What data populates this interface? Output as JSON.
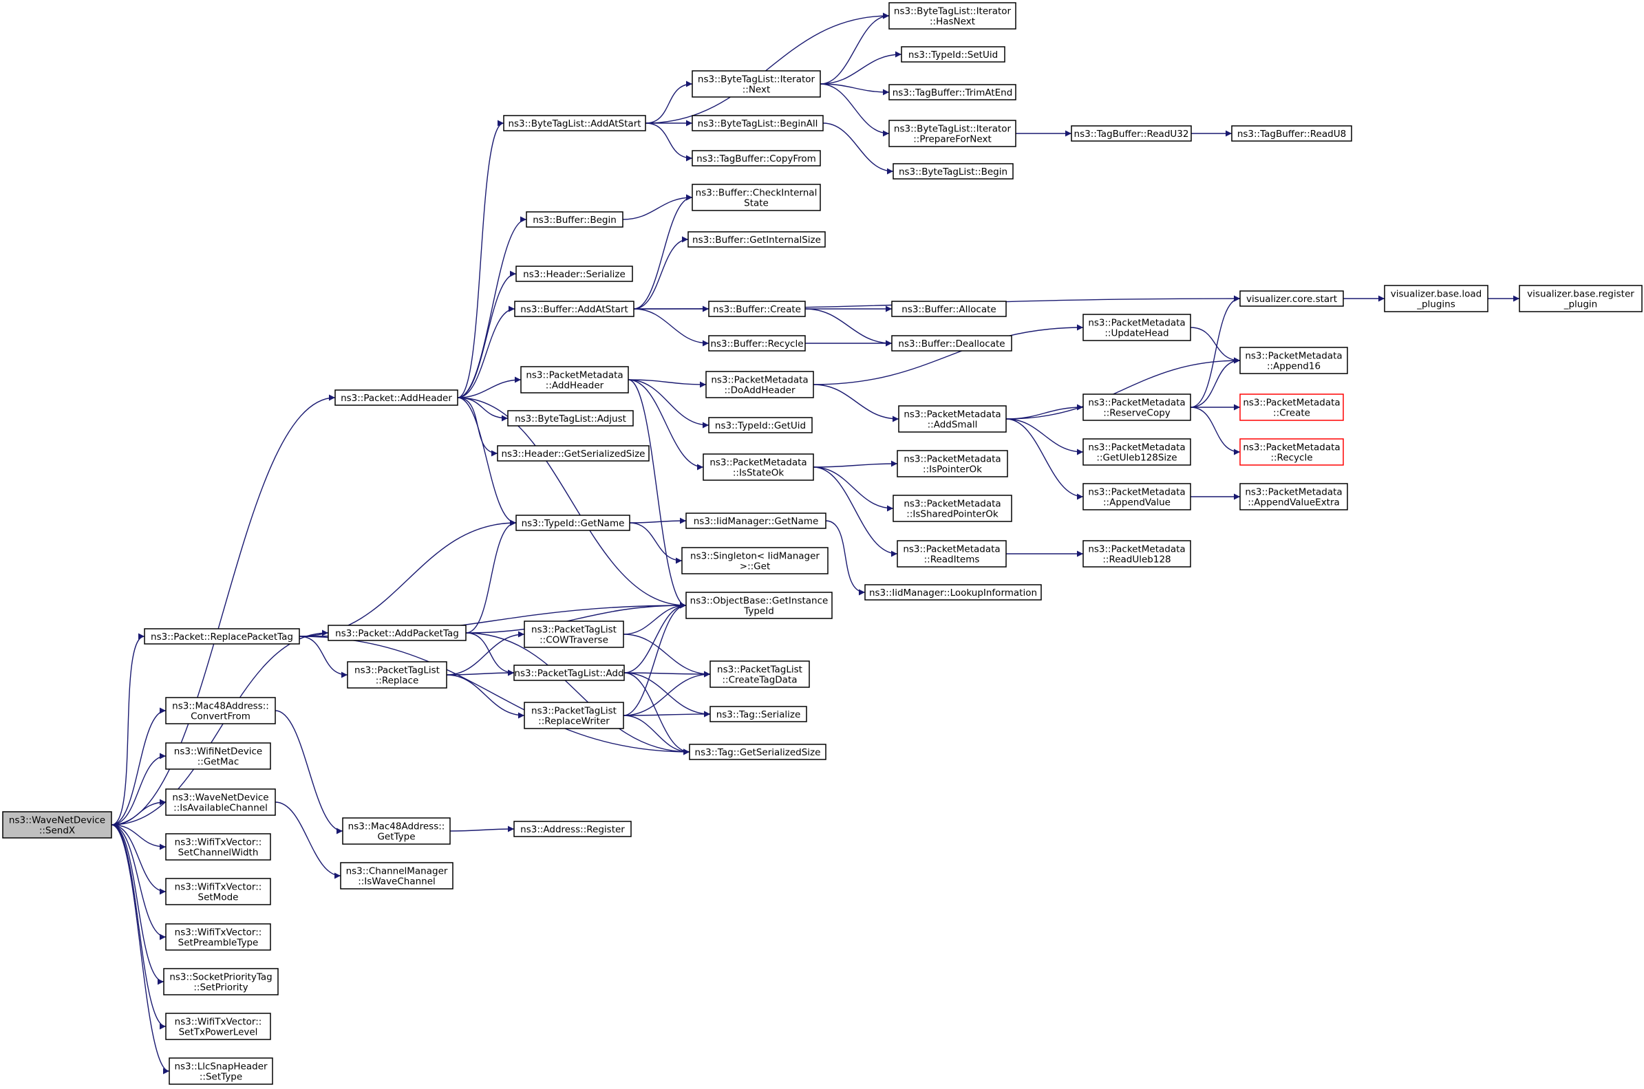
{
  "graph": {
    "nodes": [
      {
        "id": "root",
        "lines": [
          "ns3::WaveNetDevice",
          "::SendX"
        ],
        "style": "root"
      },
      {
        "id": "addHeader",
        "lines": [
          "ns3::Packet::AddHeader"
        ]
      },
      {
        "id": "replacePacketTag",
        "lines": [
          "ns3::Packet::ReplacePacketTag"
        ]
      },
      {
        "id": "convertFrom",
        "lines": [
          "ns3::Mac48Address::",
          "ConvertFrom"
        ]
      },
      {
        "id": "getMac",
        "lines": [
          "ns3::WifiNetDevice",
          "::GetMac"
        ]
      },
      {
        "id": "isAvailableChannel",
        "lines": [
          "ns3::WaveNetDevice",
          "::IsAvailableChannel"
        ]
      },
      {
        "id": "setChannelWidth",
        "lines": [
          "ns3::WifiTxVector::",
          "SetChannelWidth"
        ]
      },
      {
        "id": "setMode",
        "lines": [
          "ns3::WifiTxVector::",
          "SetMode"
        ]
      },
      {
        "id": "setPreambleType",
        "lines": [
          "ns3::WifiTxVector::",
          "SetPreambleType"
        ]
      },
      {
        "id": "setPriority",
        "lines": [
          "ns3::SocketPriorityTag",
          "::SetPriority"
        ]
      },
      {
        "id": "setTxPowerLevel",
        "lines": [
          "ns3::WifiTxVector::",
          "SetTxPowerLevel"
        ]
      },
      {
        "id": "setType",
        "lines": [
          "ns3::LlcSnapHeader",
          "::SetType"
        ]
      },
      {
        "id": "addPacketTag",
        "lines": [
          "ns3::Packet::AddPacketTag"
        ]
      },
      {
        "id": "ptlReplace",
        "lines": [
          "ns3::PacketTagList",
          "::Replace"
        ]
      },
      {
        "id": "macGetType",
        "lines": [
          "ns3::Mac48Address::",
          "GetType"
        ]
      },
      {
        "id": "isWaveChannel",
        "lines": [
          "ns3::ChannelManager",
          "::IsWaveChannel"
        ]
      },
      {
        "id": "btlAddAtStart",
        "lines": [
          "ns3::ByteTagList::AddAtStart"
        ]
      },
      {
        "id": "bufBegin",
        "lines": [
          "ns3::Buffer::Begin"
        ]
      },
      {
        "id": "hdrSerialize",
        "lines": [
          "ns3::Header::Serialize"
        ]
      },
      {
        "id": "bufAddAtStart",
        "lines": [
          "ns3::Buffer::AddAtStart"
        ]
      },
      {
        "id": "pmAddHeader",
        "lines": [
          "ns3::PacketMetadata",
          "::AddHeader"
        ]
      },
      {
        "id": "btlAdjust",
        "lines": [
          "ns3::ByteTagList::Adjust"
        ]
      },
      {
        "id": "hdrGetSerSize",
        "lines": [
          "ns3::Header::GetSerializedSize"
        ]
      },
      {
        "id": "typeIdGetName",
        "lines": [
          "ns3::TypeId::GetName"
        ]
      },
      {
        "id": "cowTraverse",
        "lines": [
          "ns3::PacketTagList",
          "::COWTraverse"
        ]
      },
      {
        "id": "ptlAdd",
        "lines": [
          "ns3::PacketTagList::Add"
        ]
      },
      {
        "id": "replaceWriter",
        "lines": [
          "ns3::PacketTagList",
          "::ReplaceWriter"
        ]
      },
      {
        "id": "addrRegister",
        "lines": [
          "ns3::Address::Register"
        ]
      },
      {
        "id": "iterNext",
        "lines": [
          "ns3::ByteTagList::Iterator",
          "::Next"
        ]
      },
      {
        "id": "beginAll",
        "lines": [
          "ns3::ByteTagList::BeginAll"
        ]
      },
      {
        "id": "tbCopyFrom",
        "lines": [
          "ns3::TagBuffer::CopyFrom"
        ]
      },
      {
        "id": "checkInternal",
        "lines": [
          "ns3::Buffer::CheckInternal",
          "State"
        ]
      },
      {
        "id": "getInternalSize",
        "lines": [
          "ns3::Buffer::GetInternalSize"
        ]
      },
      {
        "id": "bufCreate",
        "lines": [
          "ns3::Buffer::Create"
        ]
      },
      {
        "id": "bufRecycle",
        "lines": [
          "ns3::Buffer::Recycle"
        ]
      },
      {
        "id": "doAddHeader",
        "lines": [
          "ns3::PacketMetadata",
          "::DoAddHeader"
        ]
      },
      {
        "id": "typeIdGetUid",
        "lines": [
          "ns3::TypeId::GetUid"
        ]
      },
      {
        "id": "isStateOk",
        "lines": [
          "ns3::PacketMetadata",
          "::IsStateOk"
        ]
      },
      {
        "id": "iidGetName",
        "lines": [
          "ns3::IidManager::GetName"
        ]
      },
      {
        "id": "singletonGet",
        "lines": [
          "ns3::Singleton< IidManager",
          ">::Get"
        ]
      },
      {
        "id": "getInstanceTypeId",
        "lines": [
          "ns3::ObjectBase::GetInstance",
          "TypeId"
        ]
      },
      {
        "id": "createTagData",
        "lines": [
          "ns3::PacketTagList",
          "::CreateTagData"
        ]
      },
      {
        "id": "tagSerialize",
        "lines": [
          "ns3::Tag::Serialize"
        ]
      },
      {
        "id": "tagGetSerSize",
        "lines": [
          "ns3::Tag::GetSerializedSize"
        ]
      },
      {
        "id": "hasNext",
        "lines": [
          "ns3::ByteTagList::Iterator",
          "::HasNext"
        ]
      },
      {
        "id": "setUid",
        "lines": [
          "ns3::TypeId::SetUid"
        ]
      },
      {
        "id": "trimAtEnd",
        "lines": [
          "ns3::TagBuffer::TrimAtEnd"
        ]
      },
      {
        "id": "prepareForNext",
        "lines": [
          "ns3::ByteTagList::Iterator",
          "::PrepareForNext"
        ]
      },
      {
        "id": "btlBegin",
        "lines": [
          "ns3::ByteTagList::Begin"
        ]
      },
      {
        "id": "bufAllocate",
        "lines": [
          "ns3::Buffer::Allocate"
        ]
      },
      {
        "id": "bufDeallocate",
        "lines": [
          "ns3::Buffer::Deallocate"
        ]
      },
      {
        "id": "addSmall",
        "lines": [
          "ns3::PacketMetadata",
          "::AddSmall"
        ]
      },
      {
        "id": "isPointerOk",
        "lines": [
          "ns3::PacketMetadata",
          "::IsPointerOk"
        ]
      },
      {
        "id": "isSharedPointerOk",
        "lines": [
          "ns3::PacketMetadata",
          "::IsSharedPointerOk"
        ]
      },
      {
        "id": "readItems",
        "lines": [
          "ns3::PacketMetadata",
          "::ReadItems"
        ]
      },
      {
        "id": "lookupInfo",
        "lines": [
          "ns3::IidManager::LookupInformation"
        ]
      },
      {
        "id": "readU32",
        "lines": [
          "ns3::TagBuffer::ReadU32"
        ]
      },
      {
        "id": "updateHead",
        "lines": [
          "ns3::PacketMetadata",
          "::UpdateHead"
        ]
      },
      {
        "id": "reserveCopy",
        "lines": [
          "ns3::PacketMetadata",
          "::ReserveCopy"
        ]
      },
      {
        "id": "getUleb128Size",
        "lines": [
          "ns3::PacketMetadata",
          "::GetUleb128Size"
        ]
      },
      {
        "id": "appendValue",
        "lines": [
          "ns3::PacketMetadata",
          "::AppendValue"
        ]
      },
      {
        "id": "readUleb128",
        "lines": [
          "ns3::PacketMetadata",
          "::ReadUleb128"
        ]
      },
      {
        "id": "readU8",
        "lines": [
          "ns3::TagBuffer::ReadU8"
        ]
      },
      {
        "id": "vizStart",
        "lines": [
          "visualizer.core.start"
        ]
      },
      {
        "id": "append16",
        "lines": [
          "ns3::PacketMetadata",
          "::Append16"
        ]
      },
      {
        "id": "pmCreate",
        "lines": [
          "ns3::PacketMetadata",
          "::Create"
        ],
        "style": "truncated"
      },
      {
        "id": "pmRecycle",
        "lines": [
          "ns3::PacketMetadata",
          "::Recycle"
        ],
        "style": "truncated"
      },
      {
        "id": "appendValueExtra",
        "lines": [
          "ns3::PacketMetadata",
          "::AppendValueExtra"
        ]
      },
      {
        "id": "vizLoadPlugins",
        "lines": [
          "visualizer.base.load",
          "_plugins"
        ]
      },
      {
        "id": "vizRegisterPlugin",
        "lines": [
          "visualizer.base.register",
          "_plugin"
        ]
      }
    ],
    "edges": [
      [
        "root",
        "addHeader"
      ],
      [
        "root",
        "replacePacketTag"
      ],
      [
        "root",
        "addPacketTag"
      ],
      [
        "root",
        "convertFrom"
      ],
      [
        "root",
        "getMac"
      ],
      [
        "root",
        "isAvailableChannel"
      ],
      [
        "root",
        "setChannelWidth"
      ],
      [
        "root",
        "setMode"
      ],
      [
        "root",
        "setPreambleType"
      ],
      [
        "root",
        "setPriority"
      ],
      [
        "root",
        "setTxPowerLevel"
      ],
      [
        "root",
        "setType"
      ],
      [
        "addHeader",
        "btlAddAtStart"
      ],
      [
        "addHeader",
        "bufBegin"
      ],
      [
        "addHeader",
        "hdrSerialize"
      ],
      [
        "addHeader",
        "bufAddAtStart"
      ],
      [
        "addHeader",
        "pmAddHeader"
      ],
      [
        "addHeader",
        "btlAdjust"
      ],
      [
        "addHeader",
        "hdrGetSerSize"
      ],
      [
        "addHeader",
        "typeIdGetName"
      ],
      [
        "addHeader",
        "getInstanceTypeId"
      ],
      [
        "replacePacketTag",
        "typeIdGetName"
      ],
      [
        "replacePacketTag",
        "getInstanceTypeId"
      ],
      [
        "replacePacketTag",
        "ptlReplace"
      ],
      [
        "replacePacketTag",
        "tagGetSerSize"
      ],
      [
        "addPacketTag",
        "typeIdGetName"
      ],
      [
        "addPacketTag",
        "getInstanceTypeId"
      ],
      [
        "addPacketTag",
        "ptlAdd"
      ],
      [
        "addPacketTag",
        "tagGetSerSize"
      ],
      [
        "ptlReplace",
        "cowTraverse"
      ],
      [
        "ptlReplace",
        "ptlAdd"
      ],
      [
        "ptlReplace",
        "replaceWriter"
      ],
      [
        "convertFrom",
        "macGetType"
      ],
      [
        "macGetType",
        "addrRegister"
      ],
      [
        "isAvailableChannel",
        "isWaveChannel"
      ],
      [
        "btlAddAtStart",
        "iterNext"
      ],
      [
        "btlAddAtStart",
        "beginAll"
      ],
      [
        "btlAddAtStart",
        "tbCopyFrom"
      ],
      [
        "btlAddAtStart",
        "hasNext"
      ],
      [
        "bufBegin",
        "checkInternal"
      ],
      [
        "bufAddAtStart",
        "checkInternal"
      ],
      [
        "bufAddAtStart",
        "getInternalSize"
      ],
      [
        "bufAddAtStart",
        "bufCreate"
      ],
      [
        "bufAddAtStart",
        "bufRecycle"
      ],
      [
        "bufAddAtStart",
        "vizStart"
      ],
      [
        "pmAddHeader",
        "doAddHeader"
      ],
      [
        "pmAddHeader",
        "typeIdGetUid"
      ],
      [
        "pmAddHeader",
        "isStateOk"
      ],
      [
        "pmAddHeader",
        "getInstanceTypeId"
      ],
      [
        "typeIdGetName",
        "iidGetName"
      ],
      [
        "typeIdGetName",
        "singletonGet"
      ],
      [
        "cowTraverse",
        "getInstanceTypeId"
      ],
      [
        "cowTraverse",
        "createTagData"
      ],
      [
        "ptlAdd",
        "getInstanceTypeId"
      ],
      [
        "ptlAdd",
        "createTagData"
      ],
      [
        "ptlAdd",
        "tagSerialize"
      ],
      [
        "ptlAdd",
        "tagGetSerSize"
      ],
      [
        "replaceWriter",
        "getInstanceTypeId"
      ],
      [
        "replaceWriter",
        "createTagData"
      ],
      [
        "replaceWriter",
        "tagSerialize"
      ],
      [
        "replaceWriter",
        "tagGetSerSize"
      ],
      [
        "iterNext",
        "hasNext"
      ],
      [
        "iterNext",
        "setUid"
      ],
      [
        "iterNext",
        "trimAtEnd"
      ],
      [
        "iterNext",
        "prepareForNext"
      ],
      [
        "beginAll",
        "btlBegin"
      ],
      [
        "bufCreate",
        "bufAllocate"
      ],
      [
        "bufCreate",
        "bufDeallocate"
      ],
      [
        "bufRecycle",
        "bufDeallocate"
      ],
      [
        "doAddHeader",
        "updateHead"
      ],
      [
        "doAddHeader",
        "addSmall"
      ],
      [
        "isStateOk",
        "isPointerOk"
      ],
      [
        "isStateOk",
        "isSharedPointerOk"
      ],
      [
        "isStateOk",
        "readItems"
      ],
      [
        "iidGetName",
        "lookupInfo"
      ],
      [
        "prepareForNext",
        "readU32"
      ],
      [
        "readU32",
        "readU8"
      ],
      [
        "updateHead",
        "append16"
      ],
      [
        "addSmall",
        "reserveCopy"
      ],
      [
        "addSmall",
        "getUleb128Size"
      ],
      [
        "addSmall",
        "appendValue"
      ],
      [
        "addSmall",
        "append16"
      ],
      [
        "readItems",
        "readUleb128"
      ],
      [
        "reserveCopy",
        "vizStart"
      ],
      [
        "reserveCopy",
        "append16"
      ],
      [
        "reserveCopy",
        "pmCreate"
      ],
      [
        "reserveCopy",
        "pmRecycle"
      ],
      [
        "appendValue",
        "appendValueExtra"
      ],
      [
        "vizStart",
        "vizLoadPlugins"
      ],
      [
        "vizLoadPlugins",
        "vizRegisterPlugin"
      ]
    ],
    "colors": {
      "edge": "#191970",
      "node_border": "#000000",
      "root_fill": "#bfbfbf",
      "truncated_border": "#ff0000"
    }
  }
}
